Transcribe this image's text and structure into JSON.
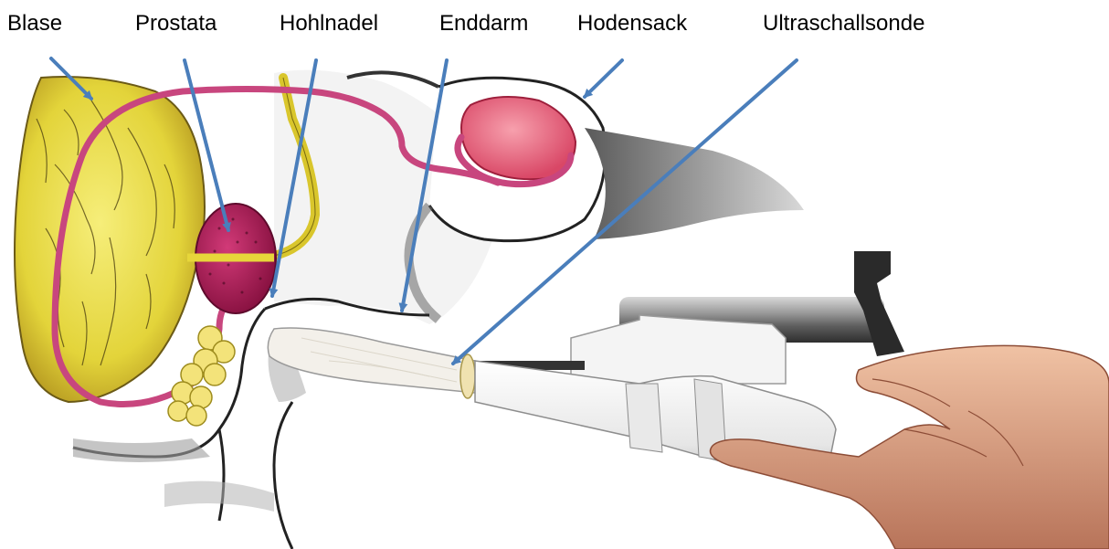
{
  "labels": {
    "blase": "Blase",
    "prostata": "Prostata",
    "hohlnadel": "Hohlnadel",
    "enddarm": "Enddarm",
    "hodensack": "Hodensack",
    "ultraschallsonde": "Ultraschallsonde"
  },
  "colors": {
    "arrow": "#4a7ebb",
    "bladder": "#e4d63c",
    "prostate": "#a3124f",
    "vas_deferens": "#c8467e",
    "testis": "#e8607a",
    "outline": "#2d2d2d",
    "shadow": "#9a9a9a",
    "probe": "#ececec",
    "skin": "#d99a7c"
  },
  "icons": {
    "pointer": "arrow-icon"
  }
}
